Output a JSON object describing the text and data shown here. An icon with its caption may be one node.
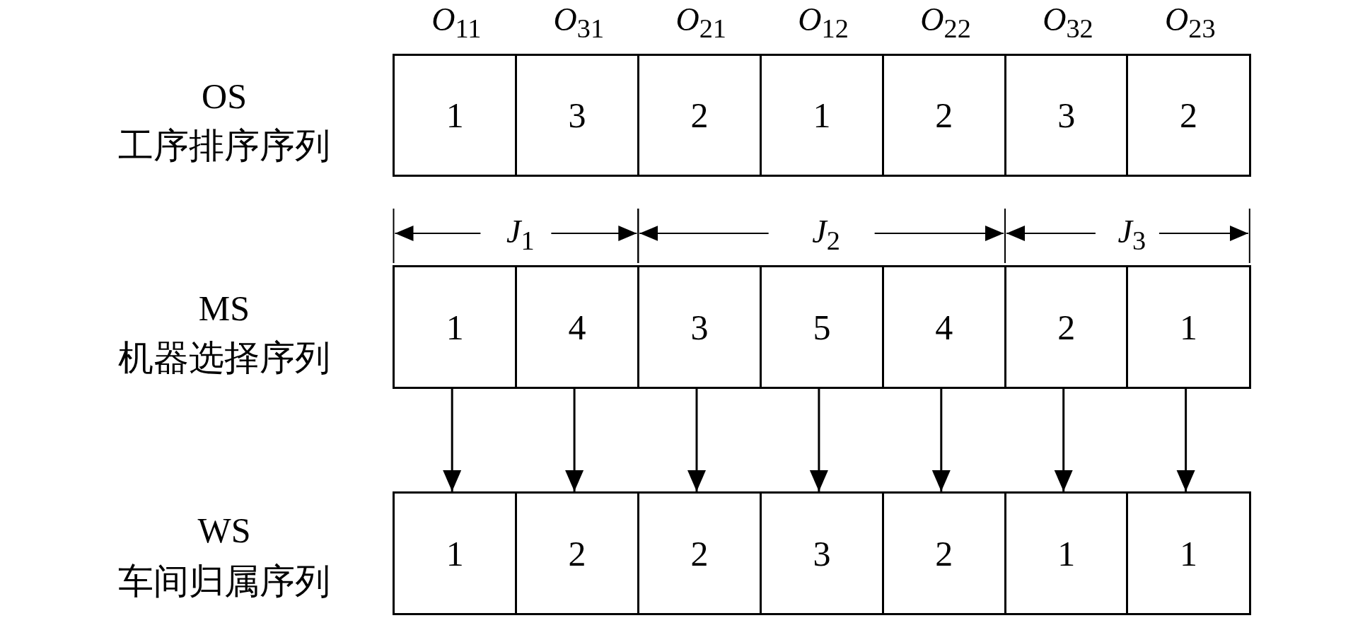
{
  "diagram": {
    "nodes": [
      {
        "text": [
          "1"
        ]
      },
      {
        "text": [
          "3"
        ]
      },
      {
        "text": [
          "2"
        ]
      },
      {
        "text": [
          "1"
        ]
      },
      {
        "text": [
          "2"
        ]
      },
      {
        "text": [
          "3"
        ]
      },
      {
        "text": [
          "2"
        ]
      },
      {
        "text": [
          "1"
        ]
      },
      {
        "text": [
          "4"
        ]
      },
      {
        "text": [
          "3"
        ]
      },
      {
        "text": [
          "5"
        ]
      },
      {
        "text": [
          "4"
        ]
      },
      {
        "text": [
          "2"
        ]
      },
      {
        "text": [
          "1"
        ]
      },
      {
        "text": [
          "1"
        ]
      },
      {
        "text": [
          "2"
        ]
      },
      {
        "text": [
          "2"
        ]
      },
      {
        "text": [
          "3"
        ]
      },
      {
        "text": [
          "2"
        ]
      },
      {
        "text": [
          "1"
        ]
      },
      {
        "text": [
          "1"
        ]
      }
    ],
    "edges": [
      {
        "from": 7,
        "to": 14,
        "arrow": "to"
      },
      {
        "from": 8,
        "to": 15,
        "arrow": "to"
      },
      {
        "from": 9,
        "to": 16,
        "arrow": "to"
      },
      {
        "from": 10,
        "to": 17,
        "arrow": "to"
      },
      {
        "from": 11,
        "to": 18,
        "arrow": "to"
      },
      {
        "from": 12,
        "to": 19,
        "arrow": "to"
      },
      {
        "from": 13,
        "to": 20,
        "arrow": "to"
      }
    ],
    "labels": [
      "*O*$_{11}$",
      "*O*$_{31}$",
      "*O*$_{21}$",
      "*O*$_{12}$",
      "*O*$_{22}$",
      "*O*$_{32}$",
      "*O*$_{23}$",
      "OS",
      "工序排序序列",
      "*J*$_{1}$",
      "*J*$_{2}$",
      "*J*$_{3}$",
      "MS",
      "机器选择序列",
      "WS",
      "车间归属序列"
    ]
  }
}
